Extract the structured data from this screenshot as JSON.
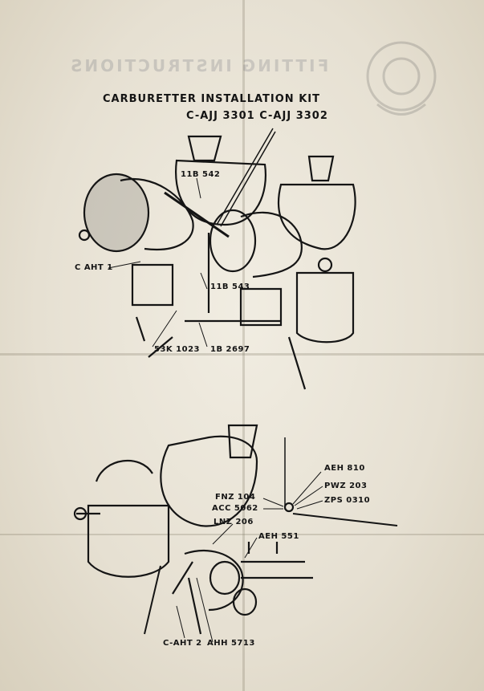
{
  "document": {
    "title_line1": "CARBURETTER INSTALLATION KIT",
    "title_line2": "C-AJJ 3301 C-AJJ 3302",
    "show_through_heading": "FITTING INSTRUCTIONS"
  },
  "part_labels_top": {
    "l1": "11B 542",
    "l2": "C AHT 1",
    "l3": "11B 543",
    "l4": "53K 1023",
    "l5": "1B 2697"
  },
  "part_labels_bottom": {
    "l1": "AEH 810",
    "l2": "PWZ 203",
    "l3": "ZPS 0310",
    "l4": "FNZ 104",
    "l5": "ACC 5062",
    "l6": "LNZ 206",
    "l7": "AEH 551",
    "l8": "C-AHT 2",
    "l9": "AHH 5713"
  }
}
